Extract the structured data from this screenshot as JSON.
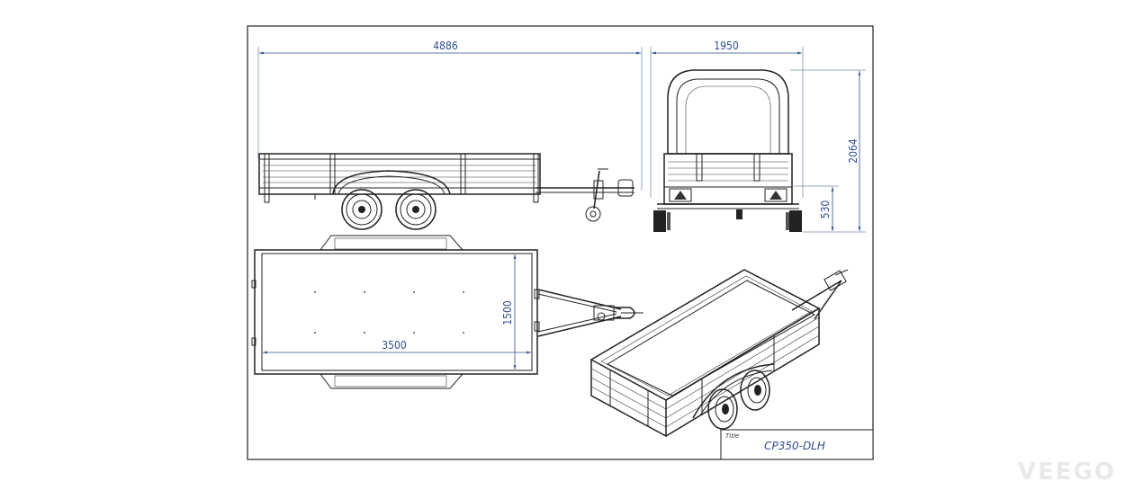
{
  "dimensions": {
    "overall_length": "4886",
    "overall_width": "1950",
    "overall_height": "2064",
    "deck_height": "530",
    "box_width": "1500",
    "box_length": "3500"
  },
  "title_block": {
    "label": "Title",
    "value": "CP350-DLH"
  },
  "watermark": "VEEGO",
  "colors": {
    "dimension": "#2f4f8f",
    "line": "#222222",
    "watermark": "#e9e9e9"
  }
}
